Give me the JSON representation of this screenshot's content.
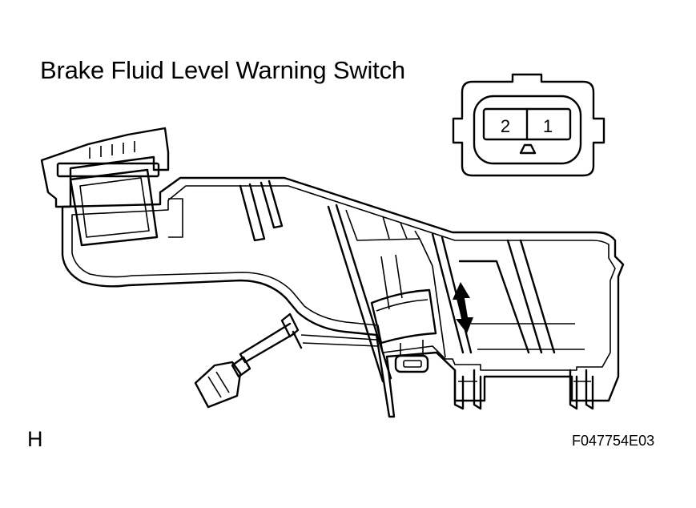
{
  "title": "Brake Fluid Level Warning Switch",
  "connector": {
    "pins": [
      "2",
      "1"
    ]
  },
  "corner_letter": "H",
  "figure_code": "F047754E03",
  "icons": {
    "movement_arrow": "double-headed-arrow-icon",
    "connector": "connector-front-view-icon"
  },
  "colors": {
    "line": "#000000",
    "background": "#ffffff"
  }
}
